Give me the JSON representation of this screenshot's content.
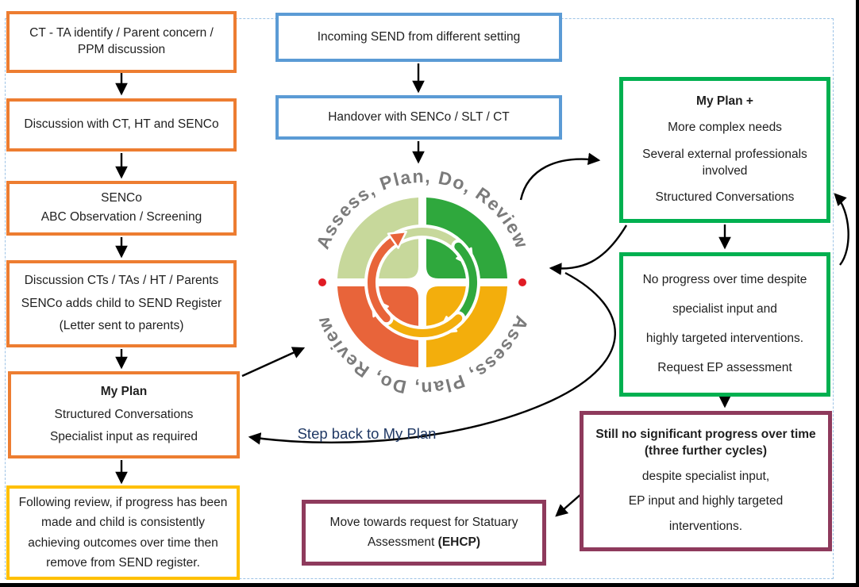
{
  "page": {
    "background": "#ffffff",
    "boundary_color": "#9dc3e6",
    "frame_color": "#000000"
  },
  "palette": {
    "orange_box_border": "#ed7d31",
    "yellow_box_border": "#ffc000",
    "blue_box_border": "#5b9bd5",
    "green_box_border": "#00b050",
    "plum_box_border": "#8e3a5c",
    "arrow_color": "#000000",
    "text_color": "#1f1f1f",
    "step_back_text": "#1f3864",
    "logo_text_gray": "#7b7b7b",
    "logo_light_green": "#c7d89b",
    "logo_green": "#2fa83d",
    "logo_orange": "#e8643a",
    "logo_yellow": "#f3ae0c",
    "logo_dot_red": "#e01b24"
  },
  "left_column": {
    "boxes": [
      {
        "id": "identify",
        "lines": [
          "CT - TA identify / Parent concern / PPM discussion"
        ]
      },
      {
        "id": "discussion-ct-ht-senco",
        "lines": [
          "Discussion with CT, HT and SENCo"
        ]
      },
      {
        "id": "senco-screening",
        "lines": [
          "SENCo",
          "ABC Observation / Screening"
        ]
      },
      {
        "id": "send-register",
        "lines": [
          "Discussion CTs / TAs / HT /  Parents",
          "SENCo adds child to SEND Register",
          "(Letter sent to parents)"
        ]
      },
      {
        "id": "my-plan",
        "lines": [
          {
            "text": "My Plan",
            "bold": true
          },
          "Structured Conversations",
          "Specialist input as required"
        ]
      },
      {
        "id": "remove-from-register",
        "lines": [
          "Following review, if progress has been made and child is consistently achieving outcomes over time then remove from SEND register."
        ]
      }
    ]
  },
  "incoming_column": {
    "boxes": [
      {
        "id": "incoming-send",
        "lines": [
          "Incoming SEND from different setting"
        ]
      },
      {
        "id": "handover",
        "lines": [
          "Handover with SENCo / SLT / CT"
        ]
      }
    ]
  },
  "right_column": {
    "boxes": [
      {
        "id": "my-plan-plus",
        "lines": [
          {
            "text": "My Plan +",
            "bold": true
          },
          "More complex needs",
          "Several external professionals involved",
          "Structured Conversations"
        ]
      },
      {
        "id": "no-progress",
        "lines": [
          "No progress over time despite",
          "specialist input and",
          "highly targeted interventions.",
          "Request EP assessment"
        ]
      },
      {
        "id": "still-no-progress",
        "lines": [
          {
            "text": "Still no significant progress over time (three further cycles)",
            "bold": true
          },
          "despite specialist input,",
          "EP input and highly targeted",
          "interventions."
        ]
      }
    ]
  },
  "bottom": {
    "ehcp_box": {
      "lines": [
        {
          "parts": [
            {
              "text": "Move towards request for Statuary Assessment ",
              "bold": false
            },
            {
              "text": "(EHCP)",
              "bold": true
            }
          ]
        }
      ]
    }
  },
  "labels": {
    "step_back": "Step back to My Plan"
  },
  "logo": {
    "arc_text_top": "Assess, Plan, Do, Review",
    "arc_text_bottom": "Assess, Plan, Do, Review"
  }
}
